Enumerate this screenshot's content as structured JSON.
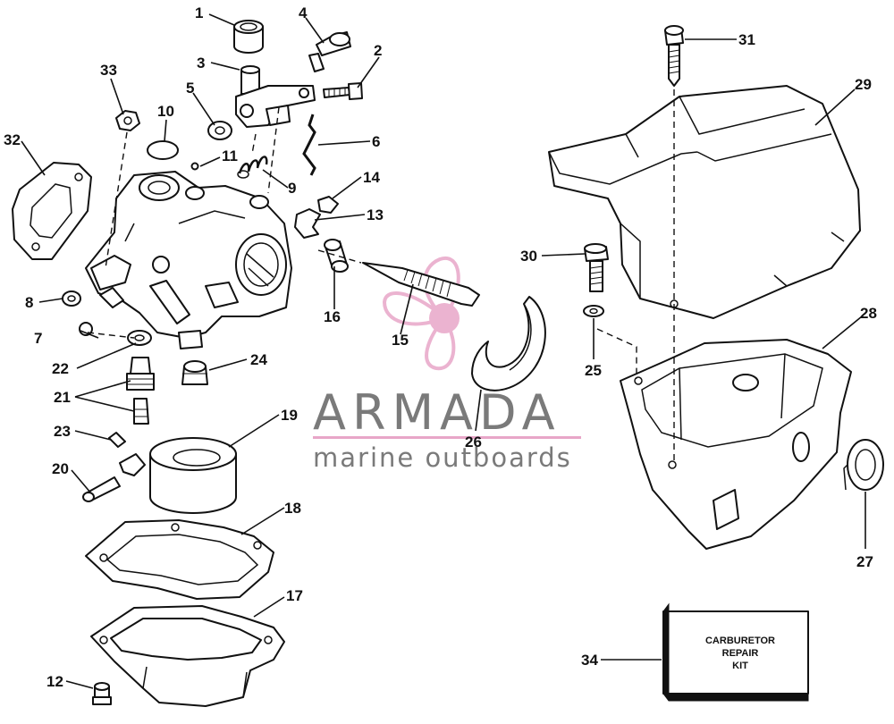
{
  "watermark": {
    "brand": "ARMADA",
    "tagline": "marine outboards",
    "accent_color": "#e8a6c8",
    "text_color": "#7a7a7a"
  },
  "kit_box": {
    "line1": "CARBURETOR",
    "line2": "REPAIR",
    "line3": "KIT"
  },
  "callouts": [
    "1",
    "2",
    "3",
    "4",
    "5",
    "6",
    "7",
    "8",
    "9",
    "10",
    "11",
    "12",
    "13",
    "14",
    "15",
    "16",
    "17",
    "18",
    "19",
    "20",
    "21",
    "22",
    "23",
    "24",
    "25",
    "26",
    "27",
    "28",
    "29",
    "30",
    "31",
    "32",
    "33",
    "34"
  ]
}
